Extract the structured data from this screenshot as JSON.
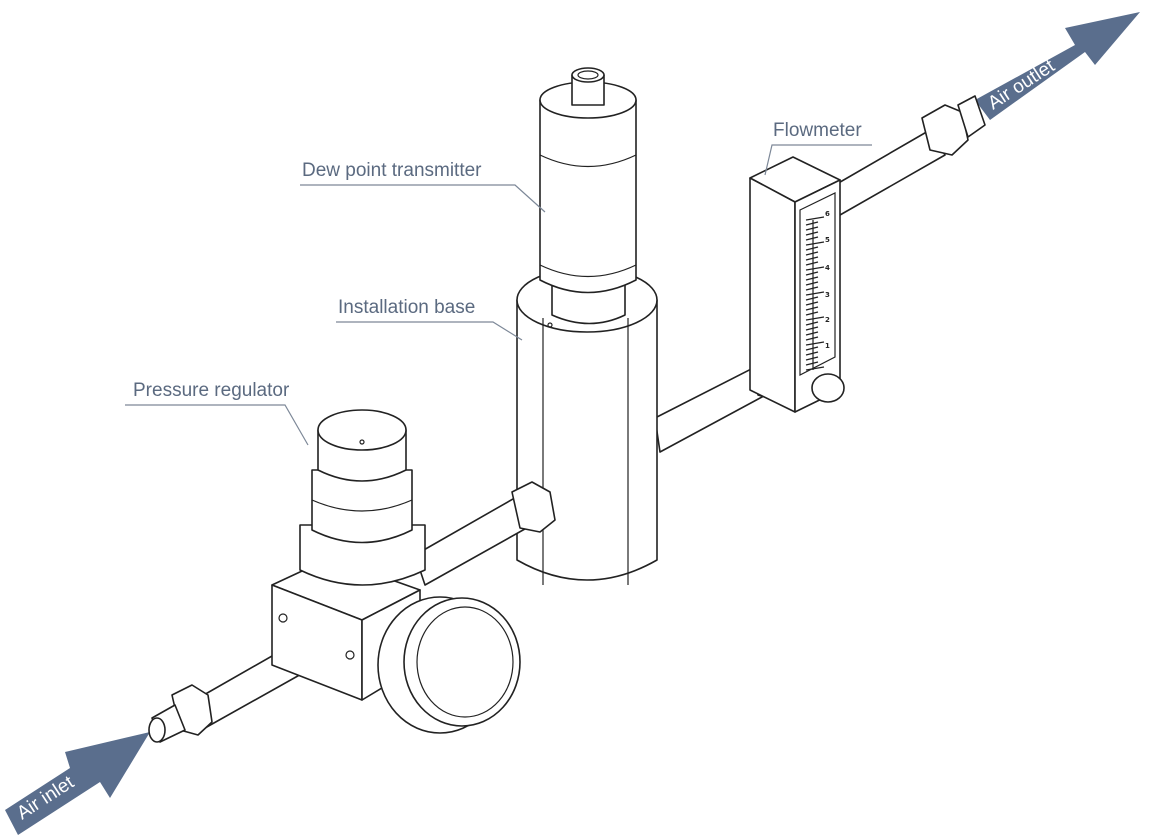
{
  "title": "Dew point transmitter installation diagram",
  "labels": {
    "dew_point_transmitter": "Dew point transmitter",
    "installation_base": "Installation base",
    "pressure_regulator": "Pressure regulator",
    "flowmeter": "Flowmeter"
  },
  "arrows": {
    "inlet": "Air inlet",
    "outlet": "Air outlet"
  },
  "flowmeter_scale": [
    "1",
    "2",
    "3",
    "4",
    "5",
    "6"
  ],
  "colors": {
    "arrow": "#5a6e8d",
    "label": "#5b6a80"
  }
}
